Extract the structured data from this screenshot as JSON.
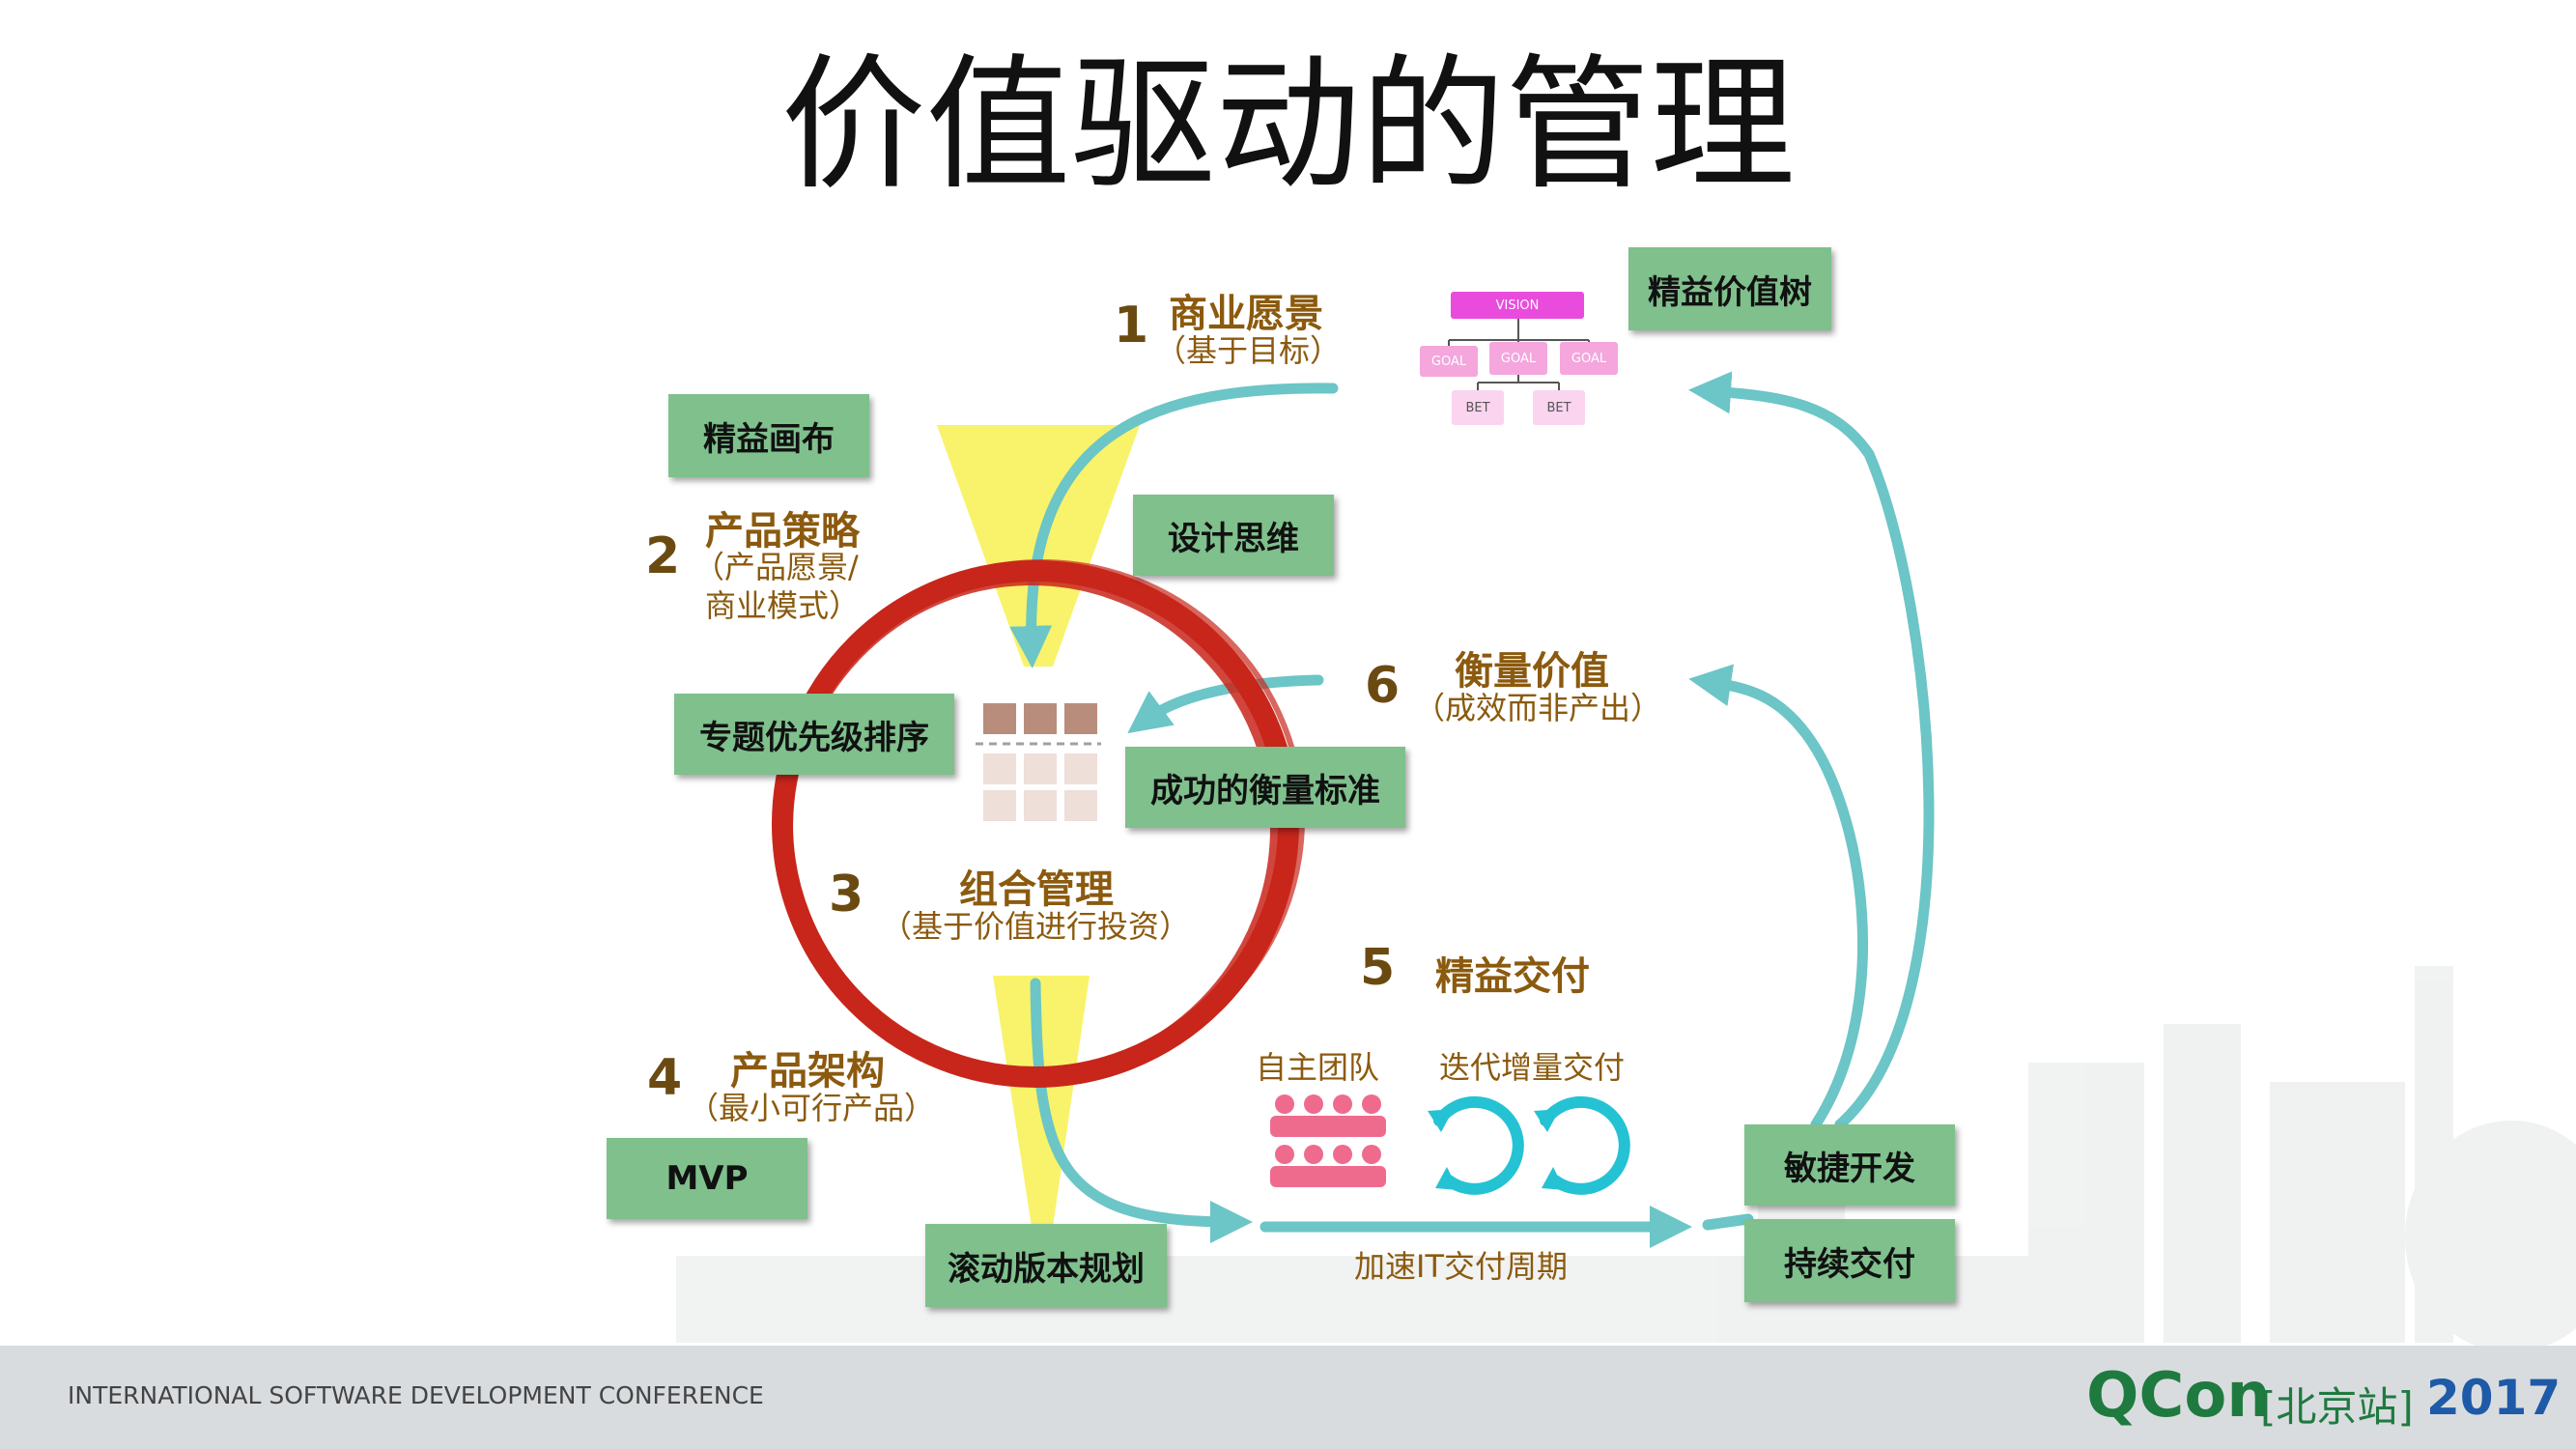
{
  "title": "价值驱动的管理",
  "boxes": {
    "lean_value_tree": "精益价值树",
    "lean_canvas": "精益画布",
    "design_thinking": "设计思维",
    "epic_priority": "专题优先级排序",
    "success_metric": "成功的衡量标准",
    "mvp": "MVP",
    "rolling_plan": "滚动版本规划",
    "agile_dev": "敏捷开发",
    "continuous_delivery": "持续交付"
  },
  "steps": [
    {
      "num": "1",
      "title": "商业愿景",
      "sub": "（基于目标）"
    },
    {
      "num": "2",
      "title": "产品策略",
      "sub1": "（产品愿景/",
      "sub2": "商业模式）"
    },
    {
      "num": "3",
      "title": "组合管理",
      "sub": "（基于价值进行投资）"
    },
    {
      "num": "4",
      "title": "产品架构",
      "sub": "（最小可行产品）"
    },
    {
      "num": "5",
      "title": "精益交付"
    },
    {
      "num": "6",
      "title": "衡量价值",
      "sub": "（成效而非产出）"
    }
  ],
  "labels": {
    "autonomous_team": "自主团队",
    "iterative_delivery": "迭代增量交付",
    "accelerate_cycle": "加速IT交付周期"
  },
  "value_tree": {
    "vision": "VISION",
    "goals": [
      "GOAL",
      "GOAL",
      "GOAL"
    ],
    "bets": [
      "BET",
      "BET"
    ]
  },
  "footer": {
    "conference": "INTERNATIONAL SOFTWARE DEVELOPMENT CONFERENCE",
    "logo": "QCon",
    "city": "[北京站]",
    "year": "2017"
  },
  "colors": {
    "box_green": "#7fc08d",
    "arrow_teal": "#6cc5c6",
    "circle_red": "#c8261b",
    "funnel_yellow": "#f7f25a",
    "text_brown": "#8b5a0e"
  }
}
